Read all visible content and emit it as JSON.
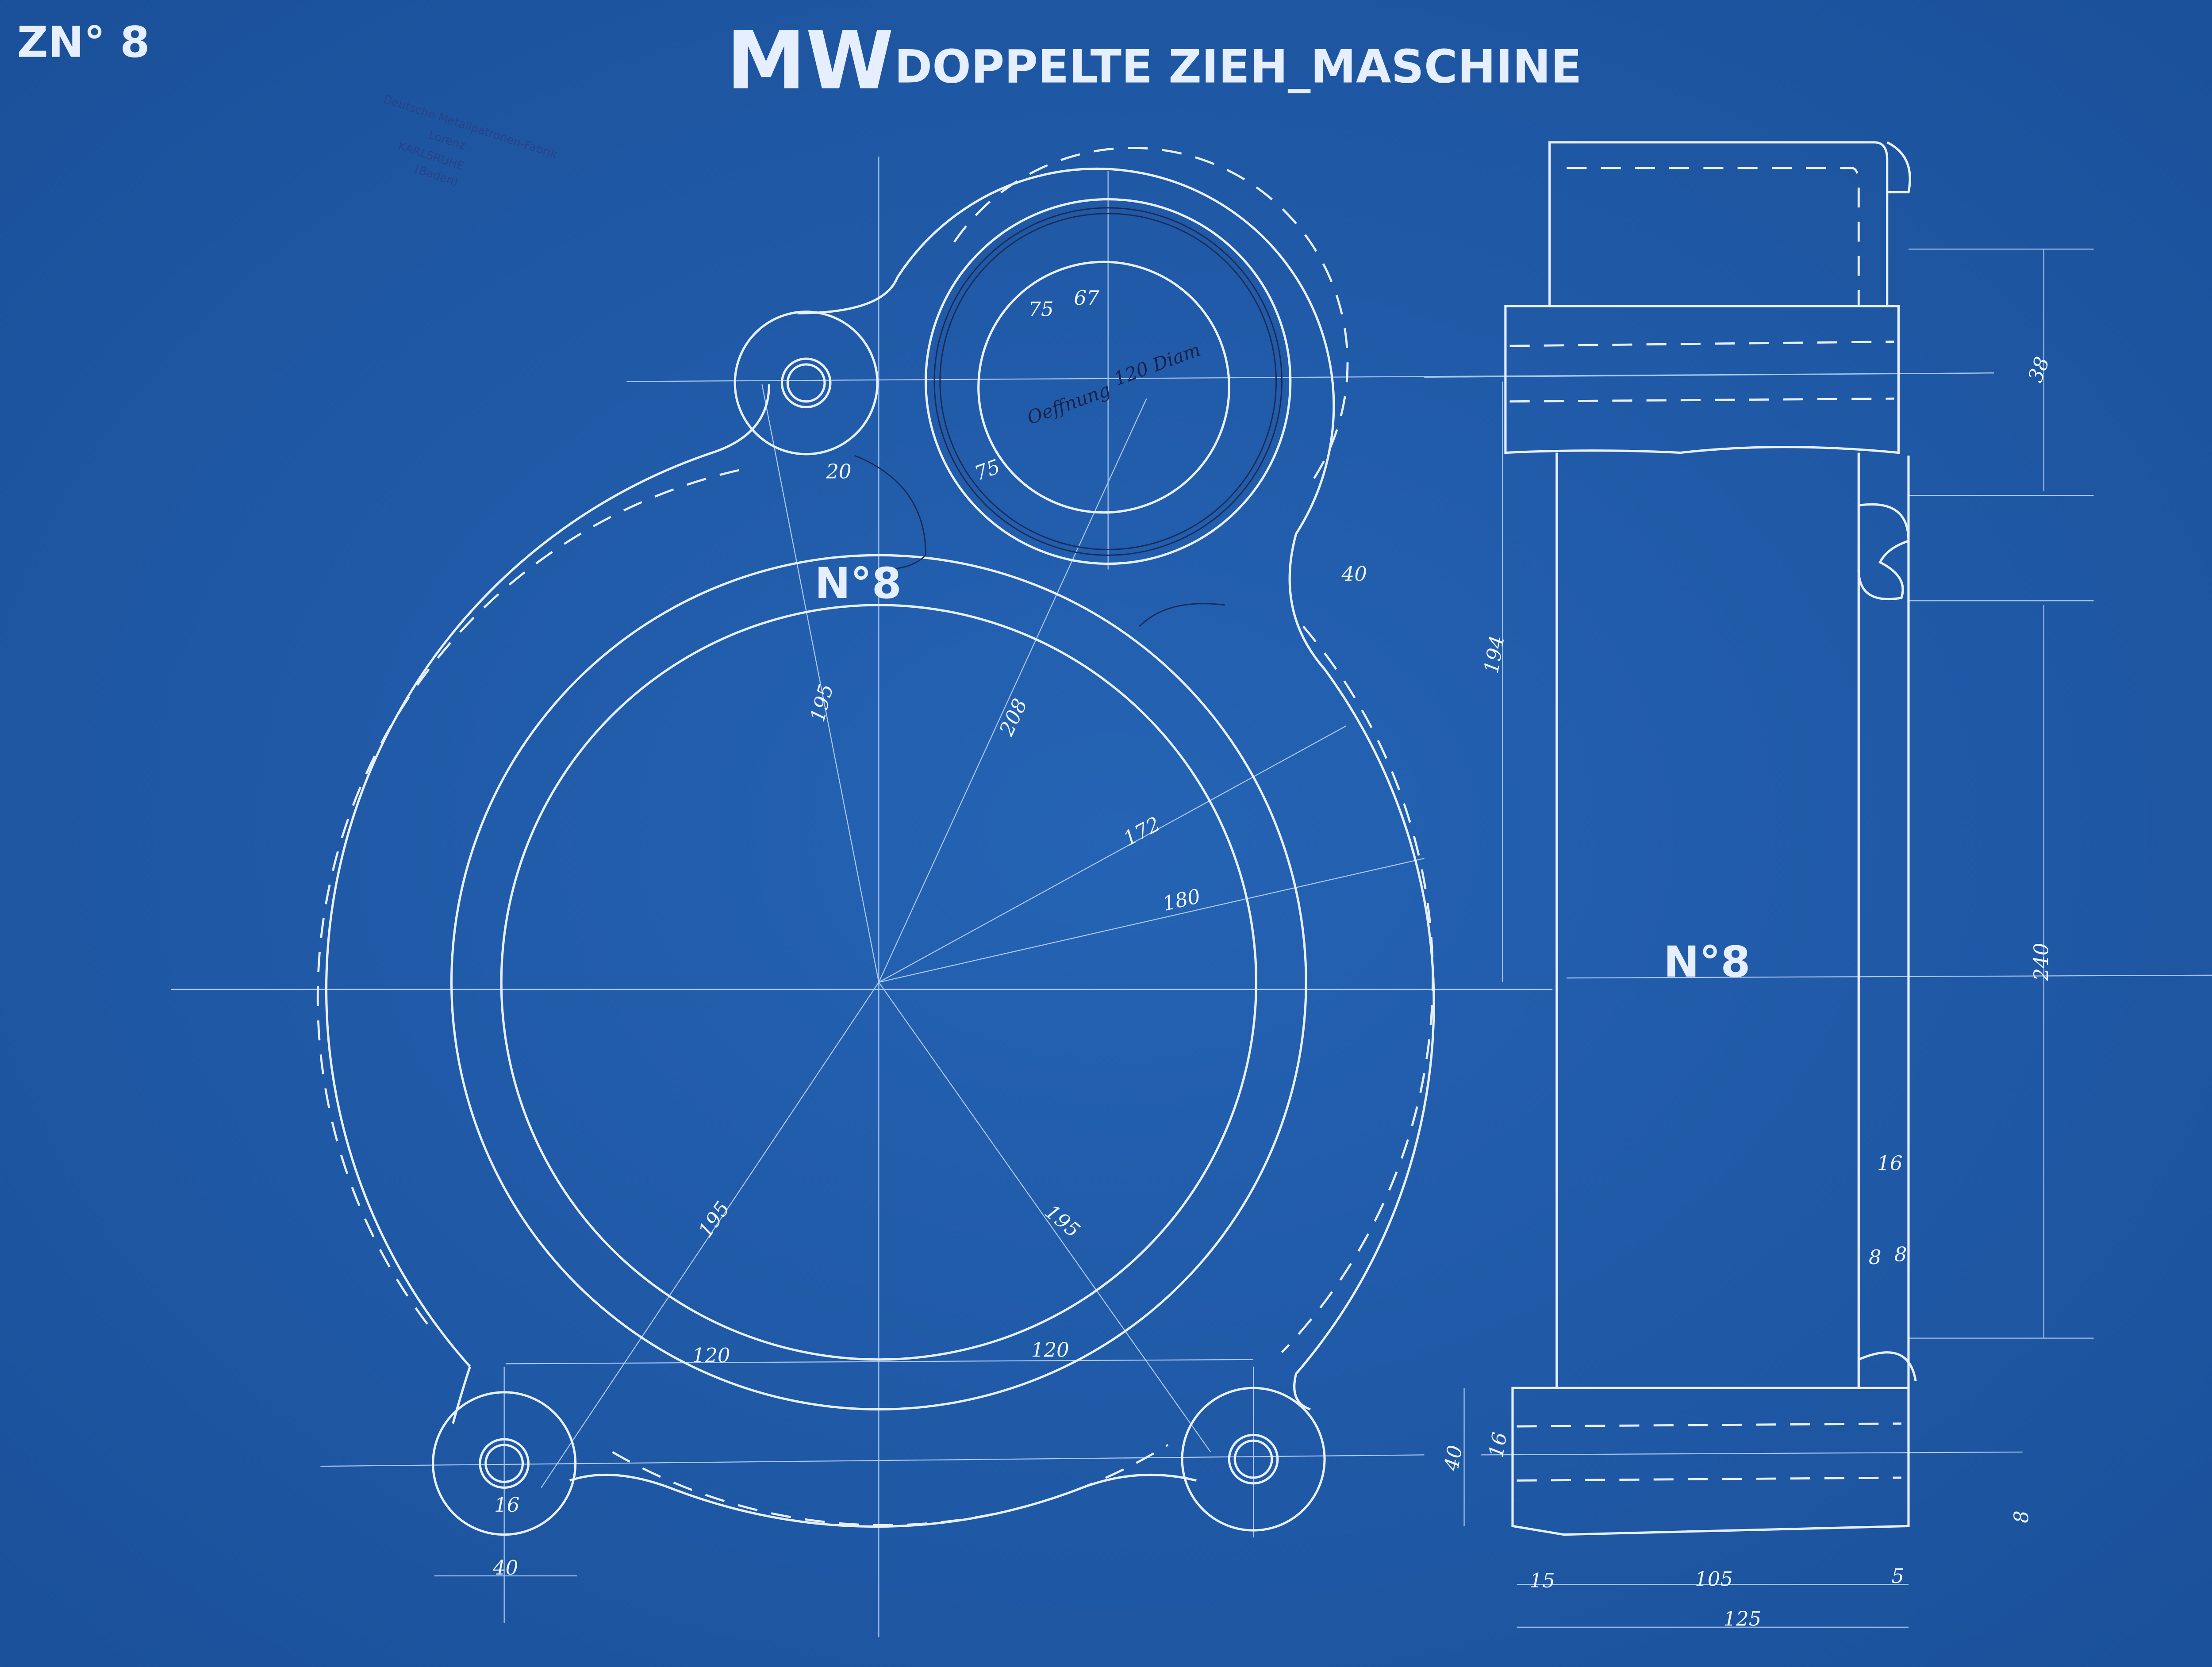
{
  "sheet": {
    "number_label": "ZN° 8",
    "logo": "MW",
    "title": "DOPPELTE ZIEH_MASCHINE",
    "part_label_front": "N°8",
    "part_label_side": "N°8"
  },
  "stamp": {
    "line1": "Deutsche Metallpatronen-Fabrik",
    "line2": "Lorenz",
    "line3": "KARLSRUHE",
    "line4": "(Baden)"
  },
  "opening_note": {
    "text1": "Oeffnung",
    "text2": "120 Diam"
  },
  "front_view_dimensions": {
    "d75a": "75",
    "d67": "67",
    "d75b": "75",
    "d20": "20",
    "d40_right": "40",
    "d195_top": "195",
    "d208": "208",
    "d172": "172",
    "d180": "180",
    "d195_left": "195",
    "d195_right": "195",
    "d120_left": "120",
    "d120_right": "120",
    "d16": "16",
    "d40_bottom": "40"
  },
  "side_view_dimensions": {
    "d30_38": "38",
    "d194": "194",
    "d240": "240",
    "d16": "16",
    "d8a": "8",
    "d8b": "8",
    "d40": "40",
    "d16b": "16",
    "d8c": "8",
    "d15": "15",
    "d105": "105",
    "d5": "5",
    "d125": "125"
  },
  "colors": {
    "paper": "#1f5aa6",
    "line": "#e8f0ff",
    "ink": "#1b2148"
  }
}
